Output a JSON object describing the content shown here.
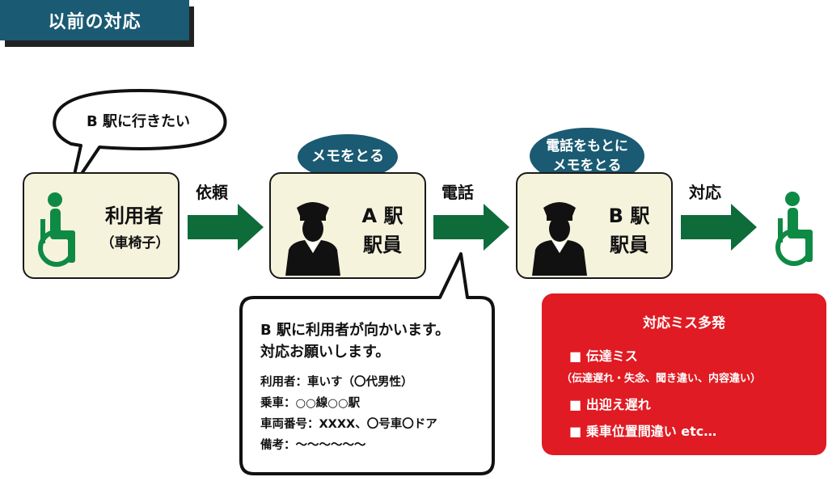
{
  "title": "以前の対応",
  "user": {
    "label": "利用者",
    "sub": "（車椅子）",
    "speech": "B 駅に行きたい"
  },
  "station_a": {
    "line1": "A 駅",
    "line2": "駅員",
    "note": "メモをとる"
  },
  "station_b": {
    "line1": "B 駅",
    "line2": "駅員",
    "note_line1": "電話をもとに",
    "note_line2": "メモをとる"
  },
  "arrows": {
    "first": "依頼",
    "second": "電話",
    "third": "対応"
  },
  "message": {
    "line1": "B 駅に利用者が向かいます。",
    "line2": "対応お願いします。",
    "details": [
      "利用者：車いす（〇代男性）",
      "乗車：○○線○○駅",
      "車両番号：XXXX、〇号車〇ドア",
      "備考：～～～～～～"
    ]
  },
  "issues": {
    "title": "対応ミス多発",
    "item1": "■ 伝達ミス",
    "item1_sub": "（伝達遅れ・失念、聞き違い、内容違い）",
    "item2": "■ 出迎え遅れ",
    "item3": "■ 乗車位置間違い etc…"
  },
  "colors": {
    "title_bg": "#1a5a72",
    "arrow": "#0e6b3a",
    "box_bg": "#f6f3dc",
    "alert": "#e01b23"
  }
}
